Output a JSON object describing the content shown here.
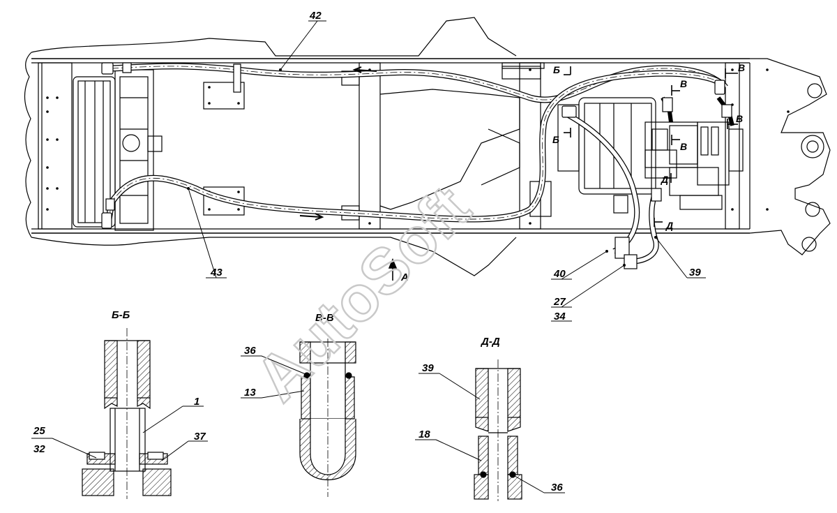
{
  "watermark": "AutoSoft",
  "view_label": "A",
  "callouts": {
    "c42": "42",
    "c43": "43",
    "c40": "40",
    "c39": "39",
    "c27": "27",
    "c34": "34"
  },
  "section_markers": {
    "b1": "Б",
    "b2": "Б",
    "v1": "В",
    "v2": "В",
    "v3": "В",
    "v4": "В",
    "d1": "Д",
    "d2": "Д"
  },
  "sections": {
    "bb": {
      "title": "Б-Б",
      "c1": "1",
      "c25": "25",
      "c32": "32",
      "c37": "37"
    },
    "vv": {
      "title": "В-В",
      "c36": "36",
      "c13": "13"
    },
    "dd": {
      "title": "Д-Д",
      "c39": "39",
      "c18": "18",
      "c36": "36"
    }
  }
}
